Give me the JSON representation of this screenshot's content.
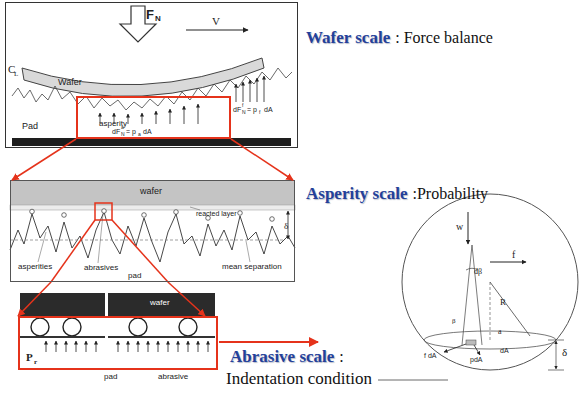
{
  "diagram": {
    "nodes": [
      {
        "text": [
          "Wafer scale",
          ": Force balance"
        ]
      },
      {
        "text": [
          "asperity"
        ],
        "in": 0
      },
      {
        "text": [
          "Asperity scale",
          ":Probability"
        ]
      },
      {
        "text": [
          "Abrasive scale",
          ":",
          "Indentation condition"
        ]
      }
    ],
    "edges": [
      {
        "from": 1,
        "to": 2,
        "arrow": "to"
      },
      {
        "from": 1,
        "to": 2,
        "arrow": "to"
      },
      {
        "from": 2,
        "to": 3,
        "arrow": "to"
      },
      {
        "from": 2,
        "to": 3,
        "arrow": "to"
      }
    ],
    "labels": [
      "F",
      "N",
      "V",
      "C",
      "L",
      "Wafer",
      "Pad",
      "dF",
      "N",
      "a",
      "= p",
      "a",
      "dA",
      "dF",
      "N",
      "f",
      "= p",
      "f",
      "dA",
      "wafer",
      "reacted layer",
      "asperities",
      "abrasives",
      "pad",
      "mean separation",
      "δ",
      "wafer",
      "P",
      "r",
      "pad",
      "abrasive",
      "w",
      "f",
      "dβ",
      "R",
      "β",
      "a",
      "f dA",
      "pdA",
      "dA",
      "δ"
    ]
  }
}
